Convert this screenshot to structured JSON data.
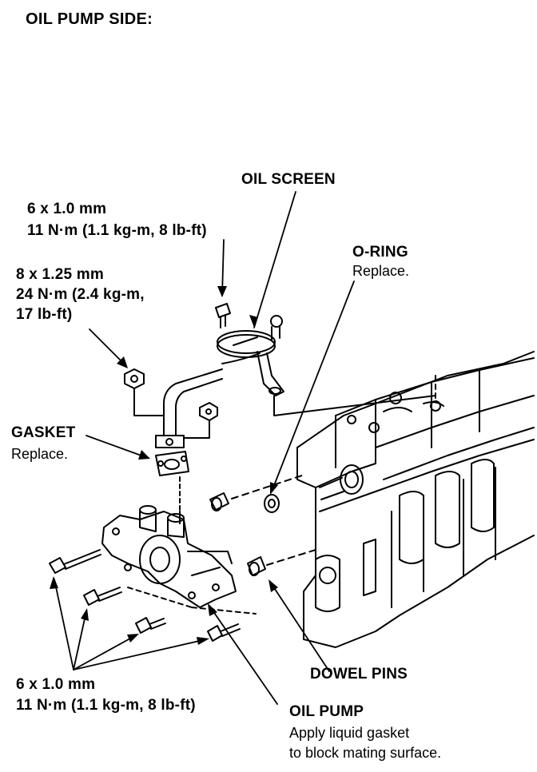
{
  "title": "OIL PUMP SIDE:",
  "labels": {
    "oil_screen": "OIL SCREEN",
    "top_bolt_size": "6 x 1.0 mm",
    "top_bolt_torque": "11 N·m (1.1 kg-m, 8 lb-ft)",
    "o_ring": "O-RING",
    "o_ring_note": "Replace.",
    "nut_size": "8 x 1.25 mm",
    "nut_torque_1": "24 N·m (2.4 kg-m,",
    "nut_torque_2": "17 lb-ft)",
    "gasket": "GASKET",
    "gasket_note": "Replace.",
    "dowel_pins": "DOWEL PINS",
    "pump_bolt_size": "6 x 1.0 mm",
    "pump_bolt_torque": "11 N·m (1.1 kg-m, 8 lb-ft)",
    "oil_pump": "OIL PUMP",
    "oil_pump_note_1": "Apply liquid gasket",
    "oil_pump_note_2": "to block mating surface."
  }
}
